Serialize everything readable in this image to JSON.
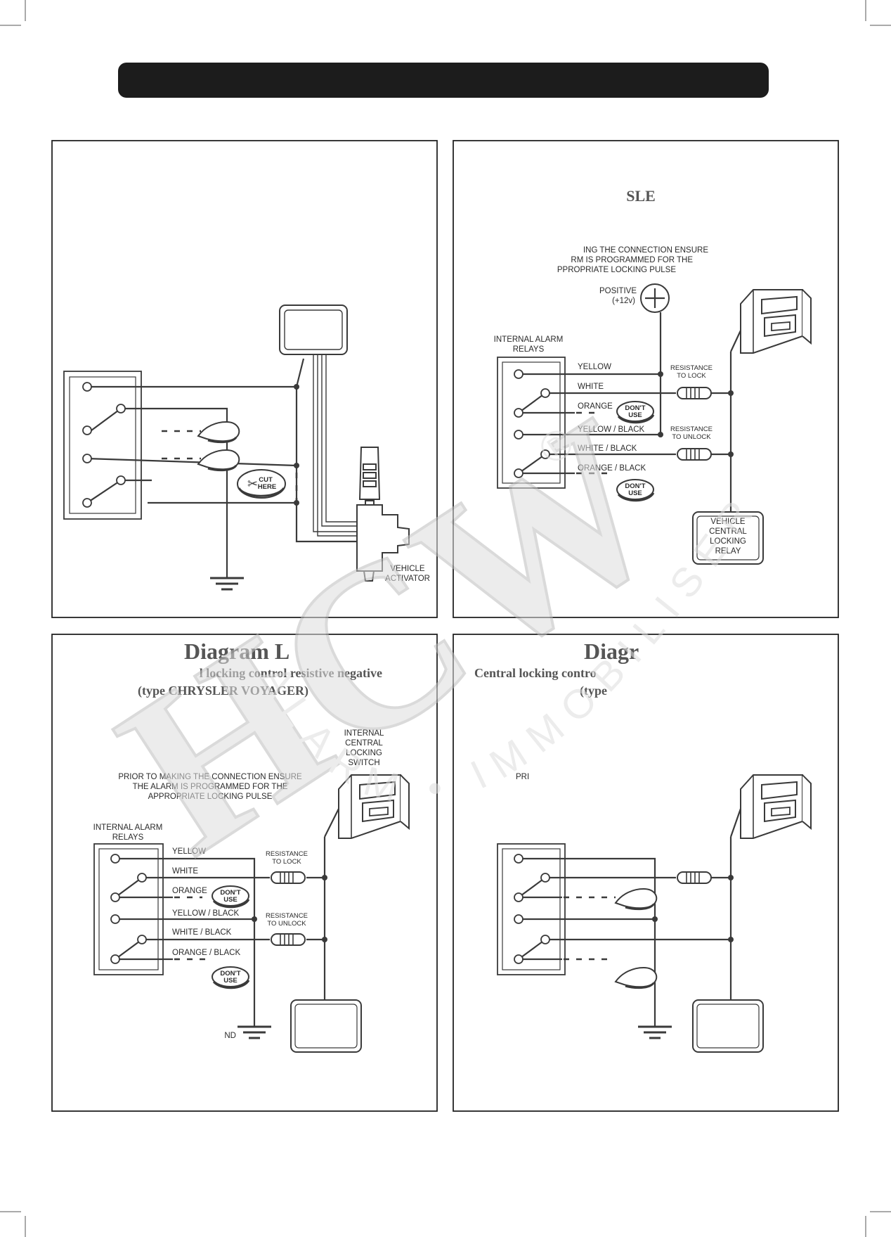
{
  "page": {
    "header_bar_color": "#1c1c1c",
    "line_color": "#3a3a3a",
    "watermark_color": "#dedede"
  },
  "watermark": {
    "logo_text": "HCW",
    "registered": "®",
    "arc_text": "ALARM • IMMOBILISER"
  },
  "panels": {
    "top_left": {
      "scissors_icon": "scissors-icon",
      "cut_here": [
        "CUT",
        "HERE"
      ],
      "vehicle_activator": [
        "VEHICLE",
        "ACTIVATOR"
      ]
    },
    "top_right": {
      "title": "SLE",
      "note": [
        "ING THE CONNECTION ENSURE",
        "RM IS PROGRAMMED FOR THE",
        "PPROPRIATE LOCKING PULSE"
      ],
      "positive": [
        "POSITIVE",
        "(+12v)"
      ],
      "relays_label": [
        "INTERNAL ALARM",
        "RELAYS"
      ],
      "wires": [
        "YELLOW",
        "WHITE",
        "ORANGE",
        "YELLOW / BLACK",
        "WHITE / BLACK",
        "ORANGE / BLACK"
      ],
      "dont_use": [
        "DON'T",
        "USE"
      ],
      "resistance_lock": [
        "RESISTANCE",
        "TO LOCK"
      ],
      "resistance_unlock": [
        "RESISTANCE",
        "TO UNLOCK"
      ],
      "vehicle_relay": [
        "VEHICLE",
        "CENTRAL",
        "LOCKING",
        "RELAY"
      ]
    },
    "bottom_left": {
      "title": "Diagram L",
      "subtitle1": "l locking control resistive negative",
      "subtitle2": "(type CHRYSLER VOYAGER)",
      "switch_label": [
        "INTERNAL",
        "CENTRAL",
        "LOCKING",
        "SWITCH"
      ],
      "note": [
        "PRIOR TO MAKING THE CONNECTION ENSURE",
        "THE ALARM IS PROGRAMMED FOR THE",
        "APPROPRIATE LOCKING PULSE"
      ],
      "relays_label": [
        "INTERNAL ALARM",
        "RELAYS"
      ],
      "wires": [
        "YELLOW",
        "WHITE",
        "ORANGE",
        "YELLOW / BLACK",
        "WHITE / BLACK",
        "ORANGE / BLACK"
      ],
      "dont_use": [
        "DON'T",
        "USE"
      ],
      "resistance_lock": [
        "RESISTANCE",
        "TO LOCK"
      ],
      "resistance_unlock": [
        "RESISTANCE",
        "TO UNLOCK"
      ],
      "ground": "ND"
    },
    "bottom_right": {
      "title": "Diagr",
      "subtitle1": "Central locking contro",
      "subtitle2": "(type",
      "note": "PRI"
    }
  }
}
